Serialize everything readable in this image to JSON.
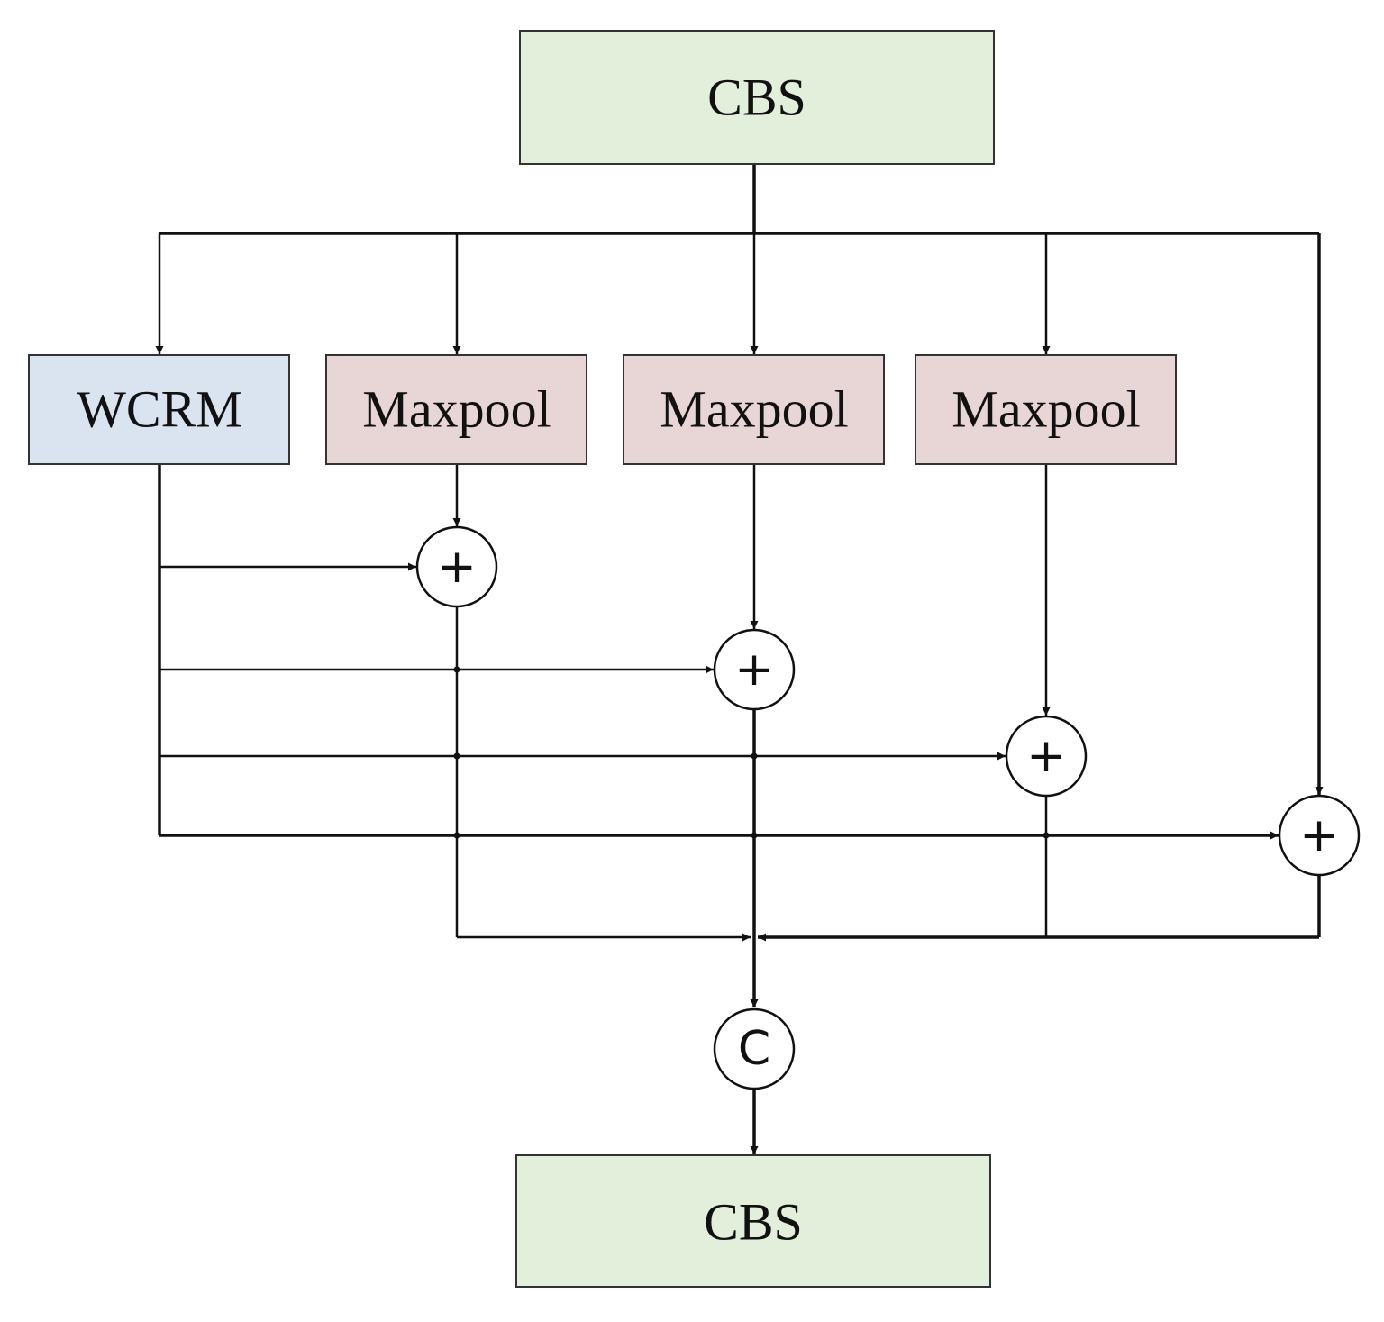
{
  "diagram": {
    "colors": {
      "cbs_fill": "#e2efda",
      "wcrm_fill": "#dae3f0",
      "maxpool_fill": "#e8d5d6",
      "line": "#111111",
      "border": "#333333"
    },
    "nodes": {
      "cbs_top": {
        "label": "CBS"
      },
      "wcrm": {
        "label": "WCRM"
      },
      "maxpool_1": {
        "label": "Maxpool"
      },
      "maxpool_2": {
        "label": "Maxpool"
      },
      "maxpool_3": {
        "label": "Maxpool"
      },
      "cbs_bottom": {
        "label": "CBS"
      }
    },
    "operators": {
      "add_symbol": "+",
      "concat_symbol": "C"
    },
    "edges": [
      [
        "cbs_top",
        "wcrm"
      ],
      [
        "cbs_top",
        "maxpool_1"
      ],
      [
        "cbs_top",
        "maxpool_2"
      ],
      [
        "cbs_top",
        "maxpool_3"
      ],
      [
        "cbs_top",
        "add_4"
      ],
      [
        "wcrm",
        "add_1"
      ],
      [
        "maxpool_1",
        "add_1"
      ],
      [
        "wcrm",
        "add_2"
      ],
      [
        "maxpool_2",
        "add_2"
      ],
      [
        "wcrm",
        "add_3"
      ],
      [
        "maxpool_3",
        "add_3"
      ],
      [
        "wcrm",
        "add_4"
      ],
      [
        "add_1",
        "concat"
      ],
      [
        "add_2",
        "concat"
      ],
      [
        "add_3",
        "concat"
      ],
      [
        "add_4",
        "concat"
      ],
      [
        "concat",
        "cbs_bottom"
      ]
    ]
  }
}
